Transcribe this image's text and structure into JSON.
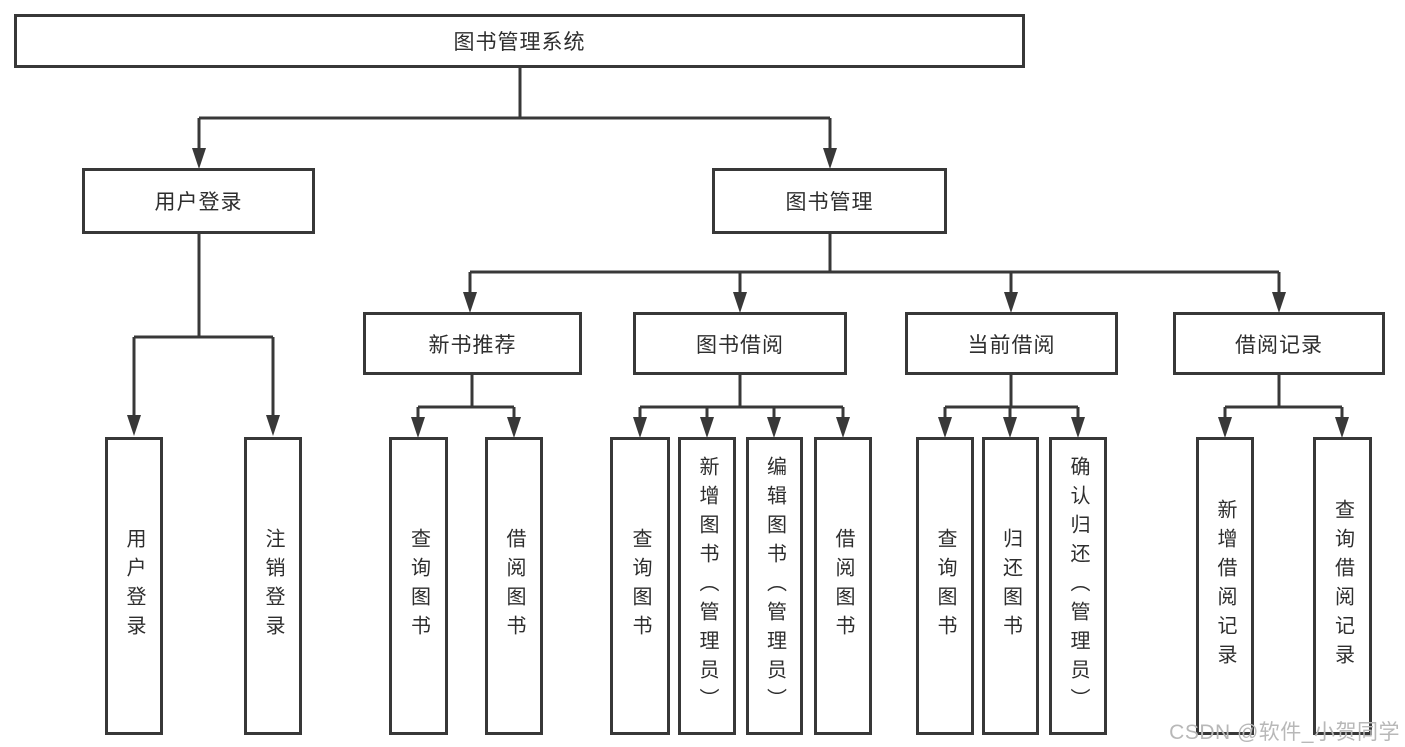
{
  "diagram_title": "图书管理系统",
  "tree": {
    "label": "图书管理系统",
    "children": [
      {
        "label": "用户登录",
        "children": [
          {
            "label": "用户登录"
          },
          {
            "label": "注销登录"
          }
        ]
      },
      {
        "label": "图书管理",
        "children": [
          {
            "label": "新书推荐",
            "children": [
              {
                "label": "查询图书"
              },
              {
                "label": "借阅图书"
              }
            ]
          },
          {
            "label": "图书借阅",
            "children": [
              {
                "label": "查询图书"
              },
              {
                "label": "新增图书（管理员）"
              },
              {
                "label": "编辑图书（管理员）"
              },
              {
                "label": "借阅图书"
              }
            ]
          },
          {
            "label": "当前借阅",
            "children": [
              {
                "label": "查询图书"
              },
              {
                "label": "归还图书"
              },
              {
                "label": "确认归还（管理员）"
              }
            ]
          },
          {
            "label": "借阅记录",
            "children": [
              {
                "label": "新增借阅记录"
              },
              {
                "label": "查询借阅记录"
              }
            ]
          }
        ]
      }
    ]
  },
  "watermark": {
    "text": "CSDN @软件_小贺同学"
  },
  "colors": {
    "line": "#383838",
    "text": "#2e2e2e",
    "watermark": "#b8b8b8",
    "background": "#ffffff"
  }
}
